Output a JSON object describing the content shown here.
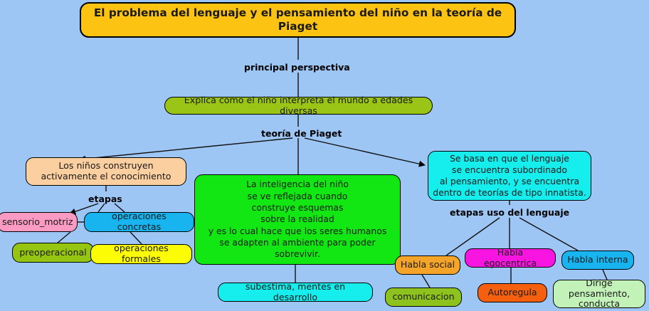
{
  "background_color": "#9DC6F5",
  "map": {
    "title_node": {
      "text": "El problema del lenguaje y el pensamiento del niño en la teoría de Piaget",
      "color": "#FDC313"
    },
    "connectors": {
      "principal_perspectiva": "principal perspectiva",
      "teoria_de_piaget": "teoría de Piaget",
      "etapas": "etapas",
      "etapas_uso_del_lenguaje": "etapas uso del lenguaje"
    },
    "nodes": {
      "explica": {
        "text": "Explica como el niño interpreta el mundo a edades diversas",
        "color": "#9AC516"
      },
      "ninos_construyen": {
        "text": "Los niños construyen activamente el conocimiento",
        "color": "#FBCFA0"
      },
      "inteligencia": {
        "text": "La inteligencia del niño se ve reflejada cuando construye esquemas sobre la realidad y es lo cual hace que los seres humanos se adapten al ambiente para poder sobrevivir.",
        "lines": [
          "La inteligencia del niño",
          "se ve reflejada cuando",
          "construye esquemas",
          "sobre la realidad",
          "y es lo cual hace que los seres humanos",
          "se adapten al ambiente para poder sobrevivir."
        ],
        "color": "#13E713"
      },
      "se_basa": {
        "text": "Se basa en que el lenguaje se encuentra subordinado al pensamiento, y se encuentra dentro de teorías de tipo innatista.",
        "lines": [
          "Se basa en que el lenguaje",
          "se encuentra subordinado",
          "al pensamiento, y se encuentra",
          "dentro de teorías de tipo innatista."
        ],
        "color": "#16EDED"
      },
      "sensorio_motriz": {
        "text": "sensorio_motriz",
        "color": "#FB9BC4"
      },
      "operaciones_concretas": {
        "text": "operaciones concretas",
        "color": "#18B4F0"
      },
      "preoperacional": {
        "text": "preoperacional",
        "color": "#96C511"
      },
      "operaciones_formales": {
        "text": "operaciones formales",
        "color": "#FCFC05"
      },
      "subestima": {
        "text": "subestima, mentes en desarrollo",
        "color": "#16EDED"
      },
      "habla_social": {
        "text": "Habla social",
        "color": "#F5A42A"
      },
      "habla_egocentrica": {
        "text": "Habla egocentrica",
        "color": "#F815E1"
      },
      "habla_interna": {
        "text": "Habla interna",
        "color": "#18B4F0"
      },
      "comunicacion": {
        "text": "comunicacion",
        "color": "#8DC21F"
      },
      "autoregula": {
        "text": "Autoregula",
        "color": "#F4600E"
      },
      "dirige": {
        "text": "Dirige pensamiento, conducta",
        "lines": [
          "Dirige pensamiento,",
          "conducta"
        ],
        "color": "#C3F2B8"
      }
    }
  }
}
